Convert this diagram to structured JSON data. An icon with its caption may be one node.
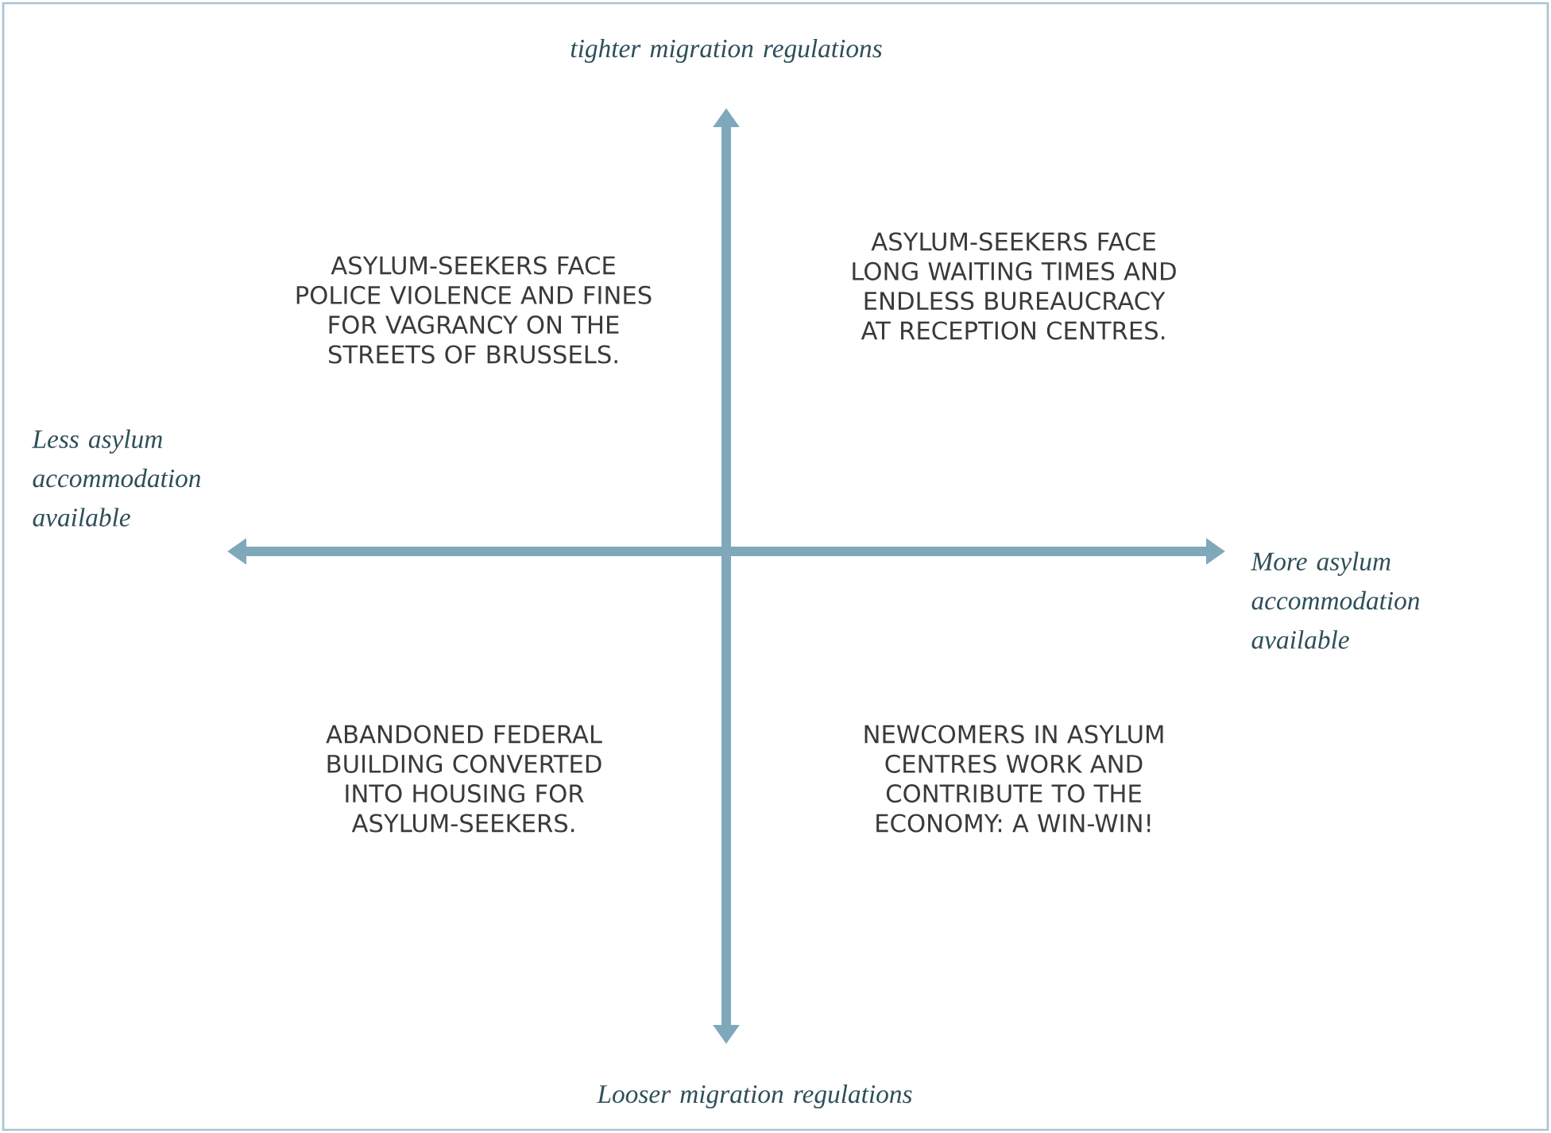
{
  "diagram": {
    "labels": [
      "tighter migration regulations",
      "ASYLUM-SEEKERS FACE POLICE VIOLENCE AND FINES FOR VAGRANCY ON THE STREETS OF BRUSSELS.",
      "ASYLUM-SEEKERS FACE LONG WAITING TIMES AND ENDLESS BUREAUCRACY AT RECEPTION CENTRES.",
      "Less asylum accommodation available",
      "More asylum accommodation available",
      "ABANDONED FEDERAL BUILDING CONVERTED INTO HOUSING FOR ASYLUM-SEEKERS.",
      "NEWCOMERS IN ASYLUM CENTRES WORK AND CONTRIBUTE TO THE ECONOMY: A WIN-WIN!",
      "Looser migration regulations"
    ]
  }
}
